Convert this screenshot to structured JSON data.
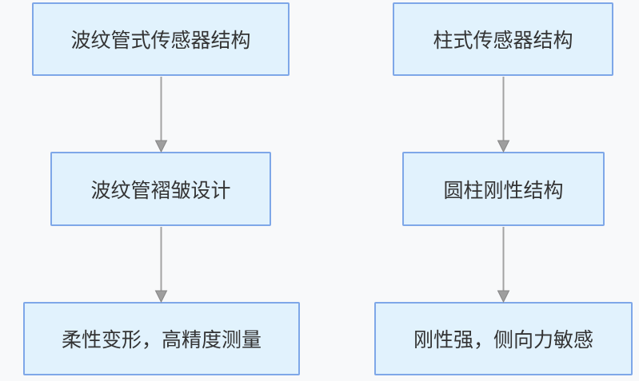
{
  "diagram": {
    "type": "flowchart",
    "background_color": "#f8f9fa",
    "node_fill_color": "#e1f2fd",
    "node_border_color": "#7ea7e8",
    "arrow_color": "#a3a3a3",
    "text_color": "#333333",
    "columns": [
      {
        "id": "bellows-sensor-flow",
        "nodes": [
          {
            "label": "波纹管式传感器结构"
          },
          {
            "label": "波纹管褶皱设计"
          },
          {
            "label": "柔性变形，高精度测量"
          }
        ]
      },
      {
        "id": "column-sensor-flow",
        "nodes": [
          {
            "label": "柱式传感器结构"
          },
          {
            "label": "圆柱刚性结构"
          },
          {
            "label": "刚性强，侧向力敏感"
          }
        ]
      }
    ]
  }
}
